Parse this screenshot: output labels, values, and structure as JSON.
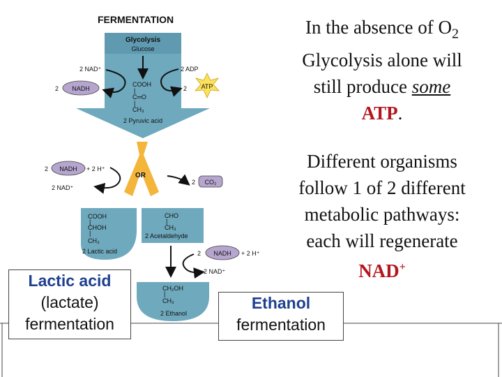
{
  "diagram": {
    "title": "FERMENTATION",
    "glycolysis_label": "Glycolysis",
    "glucose_label": "Glucose",
    "nad_plus_top": "2 NAD⁺",
    "nadh_top_coef": "2",
    "nadh_top": "NADH",
    "adp_label": "2 ADP",
    "atp_coef": "2",
    "atp_label": "ATP",
    "pyruvate_struct": [
      "COOH",
      "|",
      "C═O",
      "|",
      "CH₃"
    ],
    "pyruvic_acid": "2 Pyruvic acid",
    "nadh_mid_coef": "2",
    "nadh_mid": "NADH",
    "h_plus_mid": "+ 2 H⁺",
    "nad_plus_mid": "2 NAD⁺",
    "or_label": "OR",
    "co2_coef": "2",
    "co2_label": "CO₂",
    "lactic_struct": [
      "COOH",
      "|",
      "CHOH",
      "|",
      "CH₃"
    ],
    "lactic_acid": "2 Lactic acid",
    "acetaldehyde_struct": [
      "CHO",
      "|",
      "CH₃"
    ],
    "acetaldehyde": "2 Acetaldehyde",
    "nadh_right_coef": "2",
    "nadh_right": "NADH",
    "h_plus_right": "+ 2 H⁺",
    "nad_plus_right": "2 NAD⁺",
    "ethanol_struct": [
      "CH₂OH",
      "|",
      "CH₃"
    ],
    "ethanol": "2 Ethanol"
  },
  "colors": {
    "arrow_blue": "#6fa9bd",
    "dark_blue": "#4d8599",
    "or_yellow": "#f3b53a",
    "oval_purple": "#b6a6cf",
    "atp_star": "#fbe15c",
    "accent_red": "#b3171d",
    "label_blue": "#1f3f8f"
  },
  "right_text": {
    "line1_pre": "In the absence of O",
    "line1_sub": "2",
    "line2": "Glycolysis alone will",
    "line3_pre": "still produce ",
    "line3_underlined": "some",
    "line4_red": "ATP",
    "line4_post": ".",
    "para2_line1": "Different organisms",
    "para2_line2": "follow 1 of 2 different",
    "para2_line3": "metabolic pathways:",
    "para2_line4": "each will regenerate",
    "para2_red": "NAD",
    "para2_red_sup": "+"
  },
  "labels": {
    "lactic_line1": "Lactic acid",
    "lactic_line2": "(lactate)",
    "lactic_line3": "fermentation",
    "ethanol_line1": "Ethanol",
    "ethanol_line2": "fermentation"
  }
}
